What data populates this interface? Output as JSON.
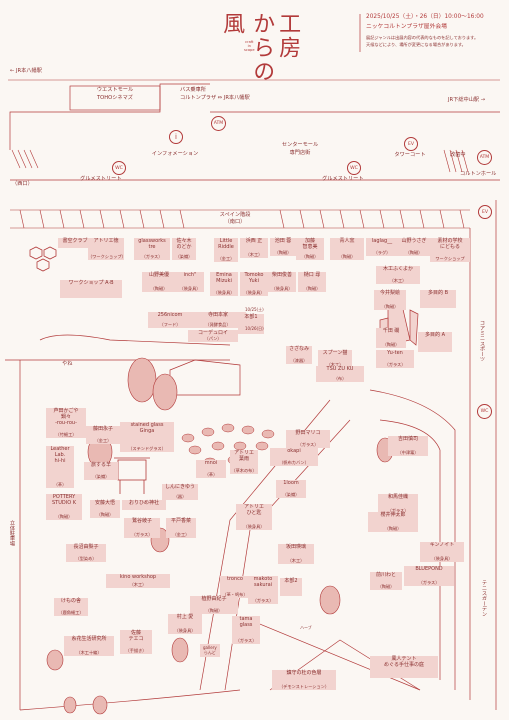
{
  "header": {
    "title_line1": "工房",
    "title_line2": "からの",
    "title_line3": "風",
    "title_roman": "craft\nin\nscape",
    "date": "2025/10/25（土）・26（日）10:00〜16:00",
    "venue": "ニッケコルトンプラザ屋外会場",
    "note1": "展記ジャンルは出展内容の代表的なものを記しております。",
    "note2": "天候などにより、場所が変更になる場合があります。"
  },
  "landmarks": {
    "jr_left": "JR本八幡駅",
    "west_mall": "ウエストモール",
    "toho": "TOHOシネマズ",
    "bus": "バス乗車所",
    "bus_route": "コルトンプラザ ⇔ JR本八幡駅",
    "jr_right": "JR下総中山駅",
    "atm1": "ATM",
    "info_mark": "i",
    "info": "インフォメーション",
    "center_mall": "センターモール",
    "specialty": "専門店街",
    "ev1": "EV",
    "tower": "タワーコート",
    "kaisatsu": "改歯中",
    "atm2": "ATM",
    "wc1": "WC",
    "wc2": "WC",
    "gourmet1": "グルメストリート",
    "gourmet2": "グルメストリート",
    "corton_hall": "コルトンホール",
    "west_gate": "（西口）",
    "space_stage": "スペイン階段",
    "south_gate": "（南口）",
    "ev2": "EV",
    "community": "コアミニスポーツ",
    "wc3": "WC",
    "tennis": "テニスガーデン",
    "parking": "立体駐車場",
    "yane": "やね"
  },
  "booths": [
    {
      "name": "書空クラブ",
      "genre": ""
    },
    {
      "name": "アトリエ徳",
      "genre": "（ワークショップ）"
    },
    {
      "name": "glassworks\ntre",
      "genre": "（ガラス）"
    },
    {
      "name": "佐々木\nのどか",
      "genre": "（染織）"
    },
    {
      "name": "Little\nRiddle",
      "genre": "（金工）"
    },
    {
      "name": "浜西 正",
      "genre": "（木工）"
    },
    {
      "name": "池田 蓉",
      "genre": "（陶磁）"
    },
    {
      "name": "加藤\n智恵美",
      "genre": "（陶磁）"
    },
    {
      "name": "青人窯",
      "genre": "（陶磁）"
    },
    {
      "name": "laglag__",
      "genre": "（ラグ）"
    },
    {
      "name": "山野うさぎ",
      "genre": "（陶磁）"
    },
    {
      "name": "素材の学校\nにどもる",
      "genre": "ワークショップ"
    },
    {
      "name": "ワークショップ A·B",
      "genre": ""
    },
    {
      "name": "山野美優",
      "genre": "（陶磁）"
    },
    {
      "name": "inch\"",
      "genre": "（装身具）"
    },
    {
      "name": "Emina\nMizuki",
      "genre": "（装身具）"
    },
    {
      "name": "Tomoko\nYuki",
      "genre": "（装身具）"
    },
    {
      "name": "柴田俊善",
      "genre": "（装身具）"
    },
    {
      "name": "樋口 尋",
      "genre": "（陶磁）"
    },
    {
      "name": "木工ふくよか",
      "genre": "（木工）"
    },
    {
      "name": "今井梨絵",
      "genre": "（陶磁）"
    },
    {
      "name": "多目的 B",
      "genre": ""
    },
    {
      "name": "256nicom",
      "genre": "（フード）"
    },
    {
      "name": "寺田本家",
      "genre": "（発酵食品）"
    },
    {
      "name": "コーデュロイ",
      "genre": "（パン）"
    },
    {
      "name": "本部1",
      "genre": ""
    },
    {
      "name": "千田 磯",
      "genre": "（陶磁）"
    },
    {
      "name": "多目的 A",
      "genre": ""
    },
    {
      "name": "さざなみ",
      "genre": "（漆器）"
    },
    {
      "name": "スプーン猫",
      "genre": "（木工）"
    },
    {
      "name": "TSU ZU KU",
      "genre": "（布）"
    },
    {
      "name": "Yu-ten",
      "genre": "（ガラス）"
    },
    {
      "name": "芦田かごや\n鍋々\n-rou-rou-",
      "genre": "（竹細工）"
    },
    {
      "name": "藤田永子",
      "genre": "（金工）"
    },
    {
      "name": "stained glass\nGinga",
      "genre": "（ステンドグラス）"
    },
    {
      "name": "野田マリコ",
      "genre": "（ガラス）"
    },
    {
      "name": "Leather\nLab.\nhi-hi",
      "genre": "（革）"
    },
    {
      "name": "旅する羊",
      "genre": "（染織）"
    },
    {
      "name": "アトリエ\n葉雨",
      "genre": "（草木の布）"
    },
    {
      "name": "okapi",
      "genre": "（帆布カバン）"
    },
    {
      "name": "吉田慎司",
      "genre": "（中津箒）"
    },
    {
      "name": "mnoi",
      "genre": "（革）"
    },
    {
      "name": "おりひめ神社",
      "genre": ""
    },
    {
      "name": "しんにきゆう",
      "genre": "（器）"
    },
    {
      "name": "1loom",
      "genre": "（染織）"
    },
    {
      "name": "POTTERY\nSTUDIO K",
      "genre": "（陶磁）"
    },
    {
      "name": "安藤大悟",
      "genre": "（陶磁）"
    },
    {
      "name": "アトリエ\nひと匙",
      "genre": "（装身具）"
    },
    {
      "name": "和馬佳織",
      "genre": "（ガラス）"
    },
    {
      "name": "長沼由梨子",
      "genre": "（型染め）"
    },
    {
      "name": "鷲谷綾子",
      "genre": "（ガラス）"
    },
    {
      "name": "平戸香菜",
      "genre": "（金工）"
    },
    {
      "name": "櫻井伸太郎",
      "genre": "（陶磁）"
    },
    {
      "name": "キンノイト",
      "genre": "（装身具）"
    },
    {
      "name": "坂田瑛璃",
      "genre": "（木工）"
    },
    {
      "name": "kino workshop",
      "genre": "（木工）"
    },
    {
      "name": "tronco",
      "genre": "（革・帆布）"
    },
    {
      "name": "makoto\nsakurai",
      "genre": "（ガラス）"
    },
    {
      "name": "本部2",
      "genre": ""
    },
    {
      "name": "前川わと",
      "genre": "（陶磁）"
    },
    {
      "name": "BLUEPOND",
      "genre": "（ガラス）"
    },
    {
      "name": "けもの舎",
      "genre": "（鹿角細工）"
    },
    {
      "name": "植野由紀子",
      "genre": "（陶磁）"
    },
    {
      "name": "村上 愛",
      "genre": "（装身具）"
    },
    {
      "name": "tama\nglass",
      "genre": "（ガラス）"
    },
    {
      "name": "糸花生活研究所",
      "genre": "（木工十編）"
    },
    {
      "name": "佐藤\nテエコ",
      "genre": "（手描き）"
    },
    {
      "name": "風人テント\nめぐる手仕事の庭",
      "genre": ""
    },
    {
      "name": "鎮守の杜の色層",
      "genre": "（デモンストレーション）"
    }
  ],
  "notes": {
    "day1": "10/25(土)",
    "day2": "10/26(日)",
    "gallery": "gallery\nらんど",
    "herb": "ハーブ"
  },
  "colors": {
    "accent": "#b23a3a",
    "booth": "#f2d3cf",
    "bg": "#fbf7f3"
  }
}
